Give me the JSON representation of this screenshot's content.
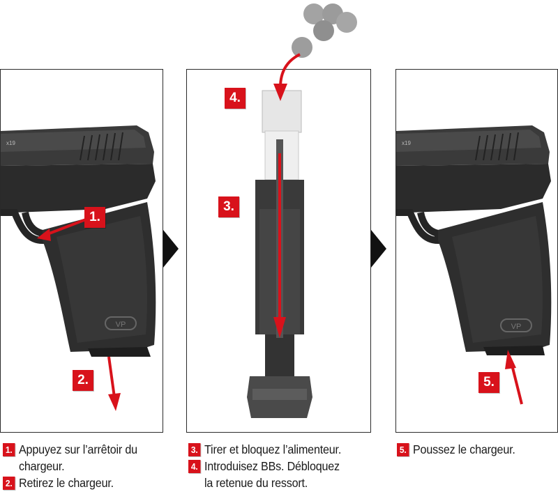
{
  "steps": {
    "s1": "1.",
    "s2": "2.",
    "s3": "3.",
    "s4": "4.",
    "s5": "5."
  },
  "captions": {
    "c1_line1": "Appuyez sur l’arrêtoir du",
    "c1_line2": "chargeur.",
    "c2": "Retirez le chargeur.",
    "c3": "Tirer et bloquez l’alimenteur.",
    "c4_line1": "Introduisez BBs. Débloquez",
    "c4_line2": "la retenue du ressort.",
    "c5": "Poussez le chargeur."
  },
  "gun_marking": "VP",
  "colors": {
    "accent_red": "#d8121b",
    "pistol_dark": "#2b2b2b",
    "bb_grey": "#9a9a9a"
  }
}
